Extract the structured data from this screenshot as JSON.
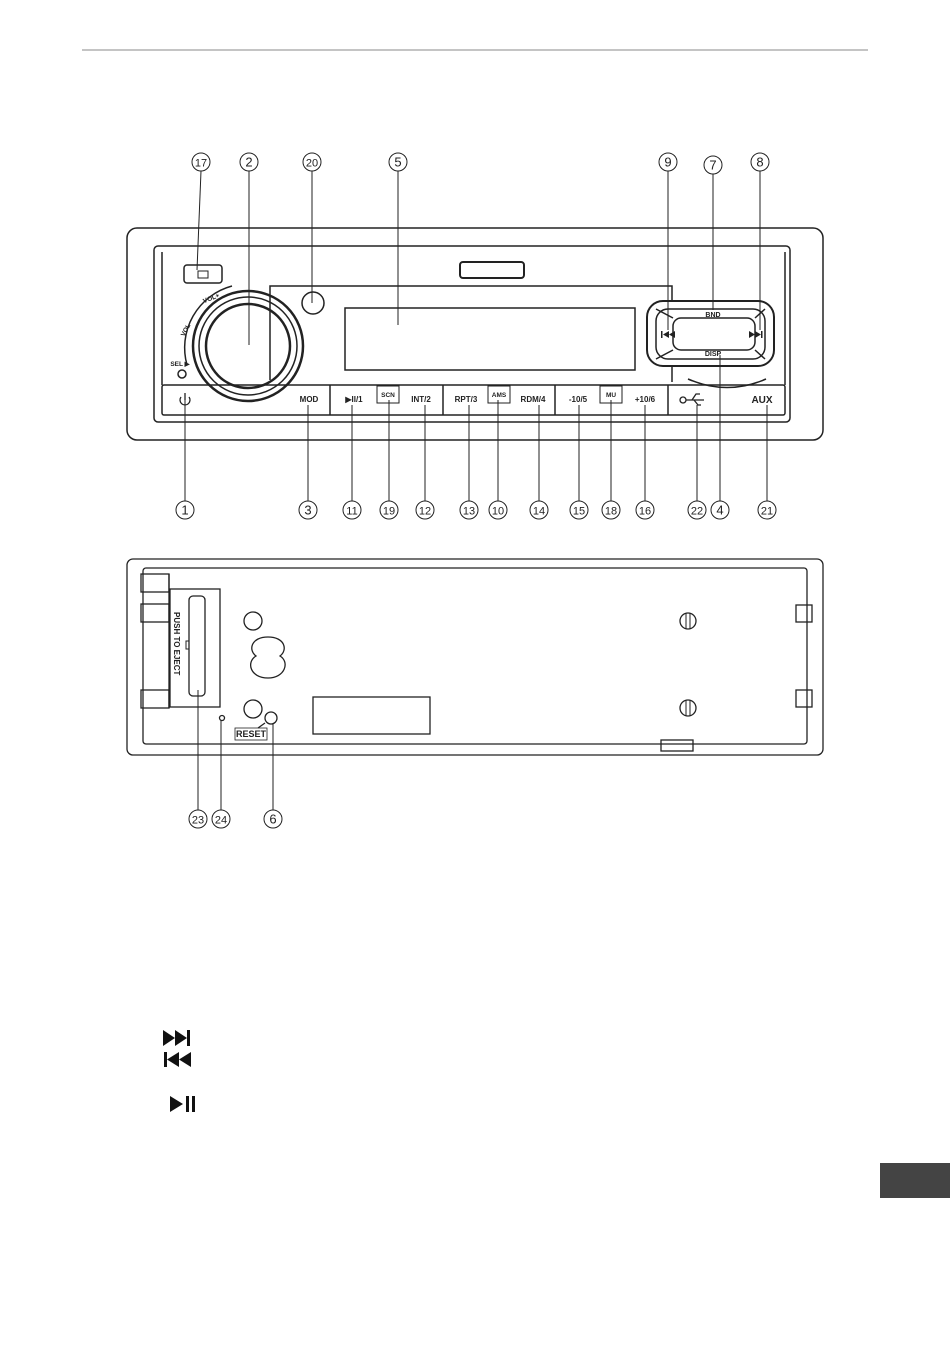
{
  "front_panel": {
    "buttons": {
      "mod": "MOD",
      "play_1": "▶II/1",
      "scn": "SCN",
      "int_2": "INT/2",
      "rpt_3": "RPT/3",
      "ams": "AMS",
      "rdm_4": "RDM/4",
      "minus10_5": "-10/5",
      "mu": "MU",
      "plus10_6": "+10/6",
      "bnd": "BND",
      "disp": "DISP",
      "aux": "AUX"
    },
    "knob_labels": {
      "vol_plus": "VOL+",
      "vol_minus": "VOL-",
      "sel": "SEL ▶"
    }
  },
  "back_panel": {
    "eject_text": "PUSH TO EJECT",
    "reset": "RESET"
  },
  "callouts_top": [
    {
      "n": "17"
    },
    {
      "n": "2"
    },
    {
      "n": "20"
    },
    {
      "n": "5"
    },
    {
      "n": "9"
    },
    {
      "n": "7"
    },
    {
      "n": "8"
    }
  ],
  "callouts_bottom": [
    {
      "n": "1"
    },
    {
      "n": "3"
    },
    {
      "n": "11"
    },
    {
      "n": "19"
    },
    {
      "n": "12"
    },
    {
      "n": "13"
    },
    {
      "n": "10"
    },
    {
      "n": "14"
    },
    {
      "n": "15"
    },
    {
      "n": "18"
    },
    {
      "n": "16"
    },
    {
      "n": "22"
    },
    {
      "n": "4"
    },
    {
      "n": "21"
    }
  ],
  "callouts_back": [
    {
      "n": "23"
    },
    {
      "n": "24"
    },
    {
      "n": "6"
    }
  ],
  "legend_icons": [
    {
      "name": "next-track-icon",
      "glyph": "▶▶|"
    },
    {
      "name": "prev-track-icon",
      "glyph": "|◀◀"
    },
    {
      "name": "play-pause-icon",
      "glyph": "▶II"
    }
  ],
  "colors": {
    "line": "#222222",
    "tab": "#444444"
  }
}
